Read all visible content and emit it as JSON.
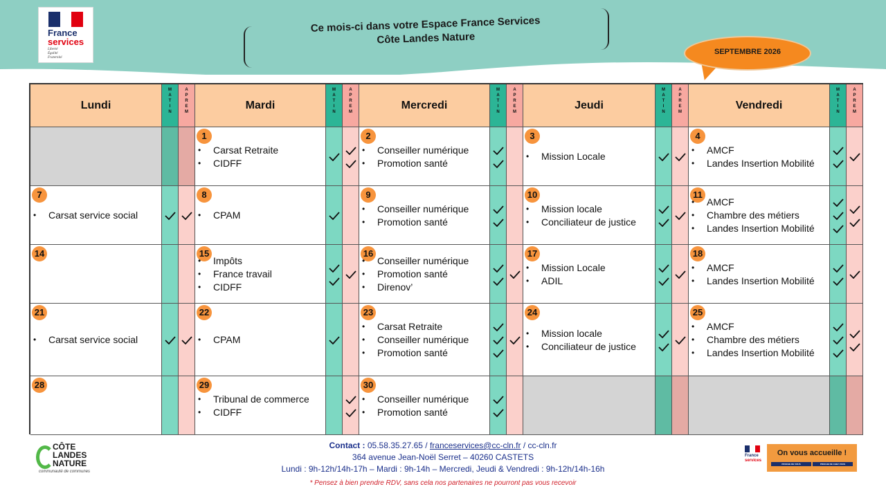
{
  "header": {
    "title_line1": "Ce mois-ci dans votre Espace France Services",
    "title_line2": "Côte Landes Nature",
    "month_badge": "SEPTEMBRE 2026",
    "band_color": "#8ecfc3",
    "logo": {
      "line1": "France",
      "line2": "services",
      "motto": "Liberté Égalité Fraternité"
    }
  },
  "calendar": {
    "matin_label": "MATIN",
    "aprem_label": "APREM",
    "days": [
      {
        "name": "Lundi",
        "cells": [
          {
            "num": "",
            "grey": true,
            "items": [],
            "matin": false,
            "aprem": false
          },
          {
            "num": "7",
            "grey": false,
            "items": [
              "Carsat service social"
            ],
            "matin": true,
            "aprem": true
          },
          {
            "num": "14",
            "grey": false,
            "items": [],
            "matin": false,
            "aprem": false
          },
          {
            "num": "21",
            "grey": false,
            "items": [
              "Carsat service social"
            ],
            "matin": true,
            "aprem": true
          },
          {
            "num": "28",
            "grey": false,
            "items": [],
            "matin": false,
            "aprem": false
          }
        ]
      },
      {
        "name": "Mardi",
        "cells": [
          {
            "num": "1",
            "grey": false,
            "items": [
              "Carsat Retraite",
              "CIDFF"
            ],
            "matin": [
              true
            ],
            "aprem": [
              true,
              true
            ]
          },
          {
            "num": "8",
            "grey": false,
            "items": [
              "CPAM"
            ],
            "matin": [
              true
            ],
            "aprem": []
          },
          {
            "num": "15",
            "grey": false,
            "items": [
              "Impôts",
              "France travail",
              "CIDFF"
            ],
            "matin": [
              true,
              true
            ],
            "aprem": [
              true
            ]
          },
          {
            "num": "22",
            "grey": false,
            "items": [
              "CPAM"
            ],
            "matin": [
              true
            ],
            "aprem": []
          },
          {
            "num": "29",
            "grey": false,
            "items": [
              "Tribunal de commerce",
              "CIDFF"
            ],
            "matin": [],
            "aprem": [
              true,
              true
            ]
          }
        ]
      },
      {
        "name": "Mercredi",
        "cells": [
          {
            "num": "2",
            "grey": false,
            "items": [
              "Conseiller numérique",
              "Promotion santé"
            ],
            "matin": [
              true,
              true
            ],
            "aprem": []
          },
          {
            "num": "9",
            "grey": false,
            "items": [
              "Conseiller numérique",
              "Promotion santé"
            ],
            "matin": [
              true,
              true
            ],
            "aprem": []
          },
          {
            "num": "16",
            "grey": false,
            "items": [
              "Conseiller numérique",
              "Promotion santé",
              "Direnov’"
            ],
            "matin": [
              true,
              true
            ],
            "aprem": [
              true
            ]
          },
          {
            "num": "23",
            "grey": false,
            "items": [
              "Carsat Retraite",
              "Conseiller numérique",
              "Promotion santé"
            ],
            "matin": [
              true,
              true,
              true
            ],
            "aprem": [
              true
            ]
          },
          {
            "num": "30",
            "grey": false,
            "items": [
              "Conseiller numérique",
              "Promotion santé"
            ],
            "matin": [
              true,
              true
            ],
            "aprem": []
          }
        ]
      },
      {
        "name": "Jeudi",
        "cells": [
          {
            "num": "3",
            "grey": false,
            "items": [
              "Mission Locale"
            ],
            "matin": [
              true
            ],
            "aprem": [
              true
            ]
          },
          {
            "num": "10",
            "grey": false,
            "items": [
              "Mission locale",
              "Conciliateur de justice"
            ],
            "matin": [
              true,
              true
            ],
            "aprem": [
              true
            ]
          },
          {
            "num": "17",
            "grey": false,
            "items": [
              "Mission Locale",
              "ADIL"
            ],
            "matin": [
              true,
              true
            ],
            "aprem": [
              true
            ]
          },
          {
            "num": "24",
            "grey": false,
            "items": [
              "Mission locale",
              "Conciliateur de justice"
            ],
            "matin": [
              true,
              true
            ],
            "aprem": [
              true
            ]
          },
          {
            "num": "",
            "grey": true,
            "items": [],
            "matin": [],
            "aprem": []
          }
        ]
      },
      {
        "name": "Vendredi",
        "cells": [
          {
            "num": "4",
            "grey": false,
            "items": [
              "AMCF",
              "Landes Insertion Mobilité"
            ],
            "matin": [
              true,
              true
            ],
            "aprem": [
              true
            ]
          },
          {
            "num": "11",
            "grey": false,
            "items": [
              "AMCF",
              "Chambre des métiers",
              "Landes Insertion Mobilité"
            ],
            "matin": [
              true,
              true,
              true
            ],
            "aprem": [
              true,
              true
            ]
          },
          {
            "num": "18",
            "grey": false,
            "items": [
              "AMCF",
              "Landes Insertion Mobilité"
            ],
            "matin": [
              true,
              true
            ],
            "aprem": [
              true
            ]
          },
          {
            "num": "25",
            "grey": false,
            "items": [
              "AMCF",
              "Chambre des métiers",
              "Landes Insertion Mobilité"
            ],
            "matin": [
              true,
              true,
              true
            ],
            "aprem": [
              true,
              true
            ]
          },
          {
            "num": "",
            "grey": true,
            "items": [],
            "matin": [],
            "aprem": []
          }
        ]
      }
    ]
  },
  "footer": {
    "contact_label": "Contact :",
    "phone": "05.58.35.27.65",
    "sep1": " / ",
    "email": "franceservices@cc-cln.fr",
    "sep2": " / ",
    "website": "cc-cln.fr",
    "address": "364 avenue Jean-Noël Serret – 40260 CASTETS",
    "hours": "Lundi : 9h-12h/14h-17h – Mardi : 9h-14h – Mercredi, Jeudi & Vendredi : 9h-12h/14h-16h",
    "note": "* Pensez à bien prendre RDV, sans cela nos partenaires ne pourront pas vous recevoir",
    "cln_logo": {
      "l1": "CÔTE",
      "l2": "LANDES",
      "l3": "NATURE",
      "sub": "communauté de communes"
    },
    "fs_small": {
      "l1": "France",
      "l2": "services"
    },
    "accueil": {
      "title": "On vous accueille !",
      "tag1": "PROCHE DE VOUS",
      "tag2": "PROCHE DE CHEZ VOUS"
    }
  }
}
